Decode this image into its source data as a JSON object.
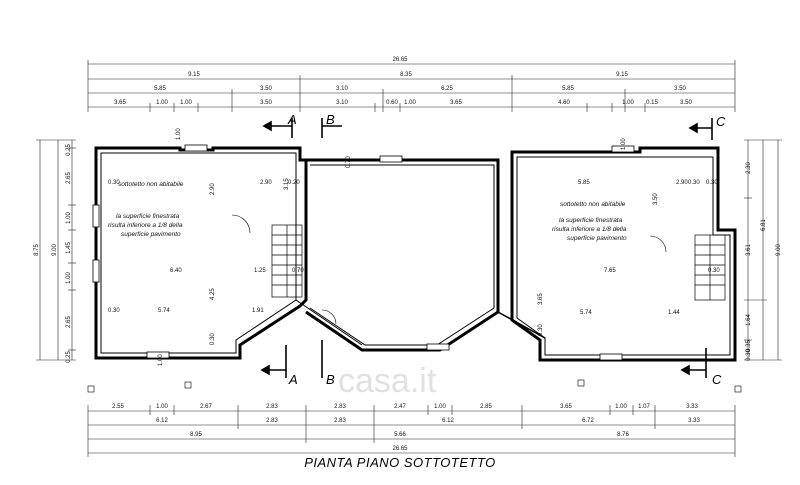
{
  "title": "PIANTA PIANO SOTTOTETTO",
  "watermark": "casa.it",
  "top_dims": {
    "row1": [
      "26.65"
    ],
    "row2": [
      "9.15",
      "8.35",
      "9.15"
    ],
    "row3": [
      "5.85",
      "3.50",
      "3.10",
      "6.25",
      "5.85",
      "3.50"
    ],
    "row4": [
      "3.65",
      "1.00",
      "1.00",
      "3.50",
      "3.10",
      "0.60",
      "1.00",
      "3.65",
      "4.60",
      "1.00",
      "0.15",
      "3.50"
    ]
  },
  "bottom_dims": {
    "row1": [
      "2.55",
      "1.00",
      "2.67",
      "2.83",
      "2.83",
      "2.47",
      "1.00",
      "2.85",
      "3.65",
      "1.00",
      "1.07",
      "3.33"
    ],
    "row2": [
      "6.12",
      "2.83",
      "2.83",
      "6.12",
      "6.72",
      "3.33"
    ],
    "row3": [
      "8.95",
      "5.66",
      "8.76"
    ],
    "row4": [
      "26.65"
    ]
  },
  "left_dims": [
    "0.25",
    "2.65",
    "1.00",
    "1.45",
    "1.00",
    "2.65",
    "9.00",
    "8.75",
    "0.25"
  ],
  "right_dims": [
    "2.30",
    "3.61",
    "6.81",
    "1.64",
    "0.35",
    "0.30",
    "9.00"
  ],
  "interior_dims": [
    "0.30",
    "2.90",
    "0.20",
    "6.40",
    "1.25",
    "0.70",
    "5.74",
    "1.91",
    "4.25",
    "3.15",
    "2.90",
    "0.30",
    "0.70",
    "0.30",
    "5.85",
    "2.90",
    "0.30",
    "3.50",
    "7.65",
    "3.65",
    "5.74",
    "1.44",
    "0.30",
    "1.00",
    "1.00",
    "1.00",
    "0.30",
    "0.30"
  ],
  "room_left": {
    "line1": "sottotetto non abitabile",
    "line2": "la superficie finestrata",
    "line3": "risulta inferiore a 1/8 della",
    "line4": "superficie pavimento"
  },
  "room_right": {
    "line1": "sottotetto non abitabile",
    "line2": "la superficie finestrata",
    "line3": "risulta inferiore a 1/8 della",
    "line4": "superficie pavimento"
  },
  "sections": {
    "a_top": "A",
    "b_top": "B",
    "c_top": "C",
    "a_bottom": "A",
    "b_bottom": "B",
    "c_bottom": "C"
  }
}
